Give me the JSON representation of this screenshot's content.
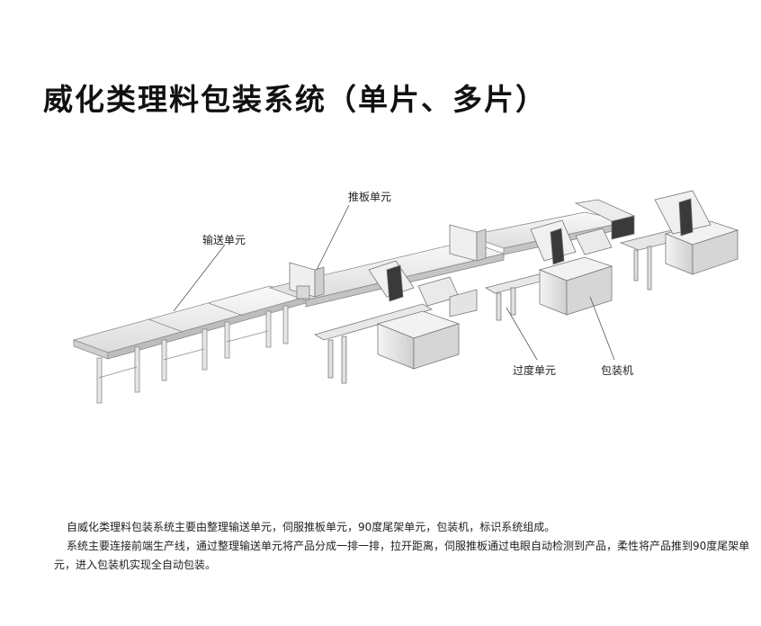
{
  "title": "威化类理料包装系统（单片、多片）",
  "callouts": {
    "conveyor": "输送单元",
    "pusher": "推板单元",
    "transition": "过度单元",
    "packer": "包装机"
  },
  "description": {
    "line1": "自威化类理料包装系统主要由整理输送单元，伺服推板单元，90度尾架单元，包装机，标识系统组成。",
    "line2": "系统主要连接前端生产线，通过整理输送单元将产品分成一排一排，拉开距离，伺服推板通过电眼自动检测到产品，柔性将产品推到90度尾架单元，进入包装机实现全自动包装。"
  },
  "colors": {
    "frame": "#e9e9e9",
    "stroke": "#8a8a8a",
    "dark": "#3a3a3a",
    "callout_line": "#555555"
  }
}
